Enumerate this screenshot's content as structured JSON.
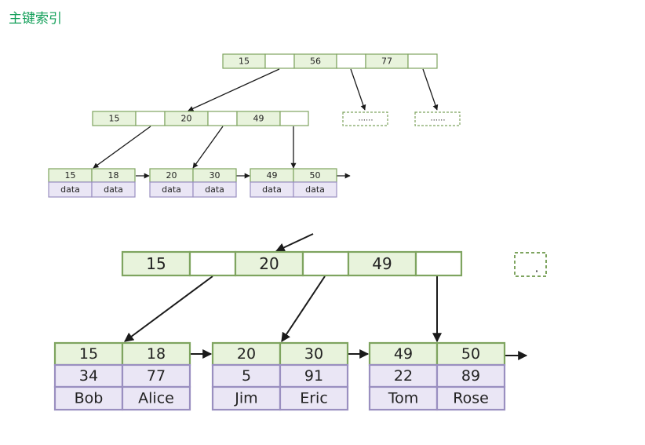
{
  "heading": "主键索引",
  "colors": {
    "heading": "#14a05a",
    "key_fill": "#e8f3dc",
    "key_border": "#7ea45f",
    "data_fill": "#eae6f5",
    "data_border": "#9a8fc0",
    "arrow": "#1a1a1a"
  },
  "overview": {
    "root_keys": [
      "15",
      "56",
      "77"
    ],
    "internal_keys": [
      "15",
      "20",
      "49"
    ],
    "placeholder": "......",
    "leaves": [
      {
        "keys": [
          "15",
          "18"
        ],
        "data": [
          "data",
          "data"
        ]
      },
      {
        "keys": [
          "20",
          "30"
        ],
        "data": [
          "data",
          "data"
        ]
      },
      {
        "keys": [
          "49",
          "50"
        ],
        "data": [
          "data",
          "data"
        ]
      }
    ]
  },
  "detail": {
    "internal_keys": [
      "15",
      "20",
      "49"
    ],
    "leaves": [
      {
        "keys": [
          "15",
          "18"
        ],
        "ids": [
          "34",
          "77"
        ],
        "names": [
          "Bob",
          "Alice"
        ]
      },
      {
        "keys": [
          "20",
          "30"
        ],
        "ids": [
          "5",
          "91"
        ],
        "names": [
          "Jim",
          "Eric"
        ]
      },
      {
        "keys": [
          "49",
          "50"
        ],
        "ids": [
          "22",
          "89"
        ],
        "names": [
          "Tom",
          "Rose"
        ]
      }
    ],
    "placeholder_partial": "."
  }
}
